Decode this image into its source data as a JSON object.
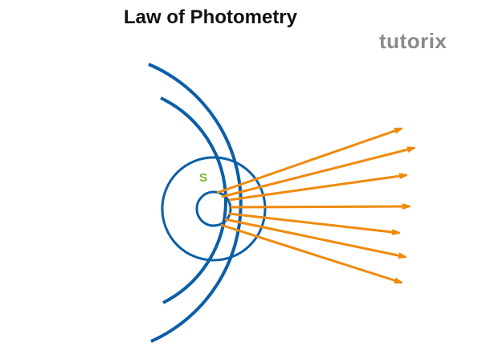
{
  "title": "Law of Photometry",
  "logo": "tutorix",
  "source_label": "S",
  "colors": {
    "circle": "#0b5ea8",
    "ray": "#f08a0c",
    "label": "#7ab929"
  }
}
